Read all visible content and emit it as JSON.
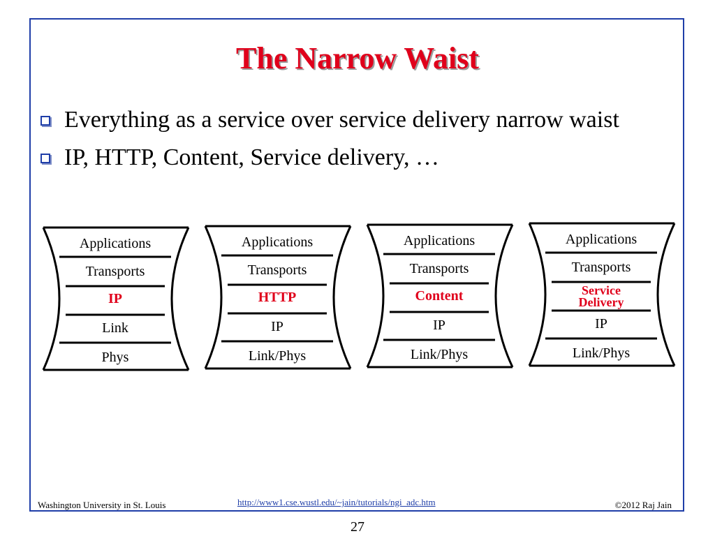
{
  "slide": {
    "title": "The Narrow Waist",
    "bullets": [
      "Everything as a service over service delivery narrow waist",
      "IP, HTTP, Content, Service delivery, …"
    ]
  },
  "diagrams": [
    {
      "layers": [
        "Applications",
        "Transports",
        "IP",
        "Link",
        "Phys"
      ],
      "highlight": "IP"
    },
    {
      "layers": [
        "Applications",
        "Transports",
        "HTTP",
        "IP",
        "Link/Phys"
      ],
      "highlight": "HTTP"
    },
    {
      "layers": [
        "Applications",
        "Transports",
        "Content",
        "IP",
        "Link/Phys"
      ],
      "highlight": "Content"
    },
    {
      "layers": [
        "Applications",
        "Transports",
        "Service Delivery",
        "IP",
        "Link/Phys"
      ],
      "highlight": "Service Delivery",
      "highlight_lines": [
        "Service",
        "Delivery"
      ]
    }
  ],
  "footer": {
    "institution": "Washington University in St. Louis",
    "link": "http://www1.cse.wustl.edu/~jain/tutorials/ngi_adc.htm",
    "copyright": "©2012 Raj Jain",
    "page_number": "27"
  },
  "colors": {
    "title": "#e0001b",
    "highlight": "#e0001b",
    "border": "#1f3ea8",
    "link": "#1f3ea8"
  },
  "icons": {
    "bullet": "square-bullet-icon"
  }
}
